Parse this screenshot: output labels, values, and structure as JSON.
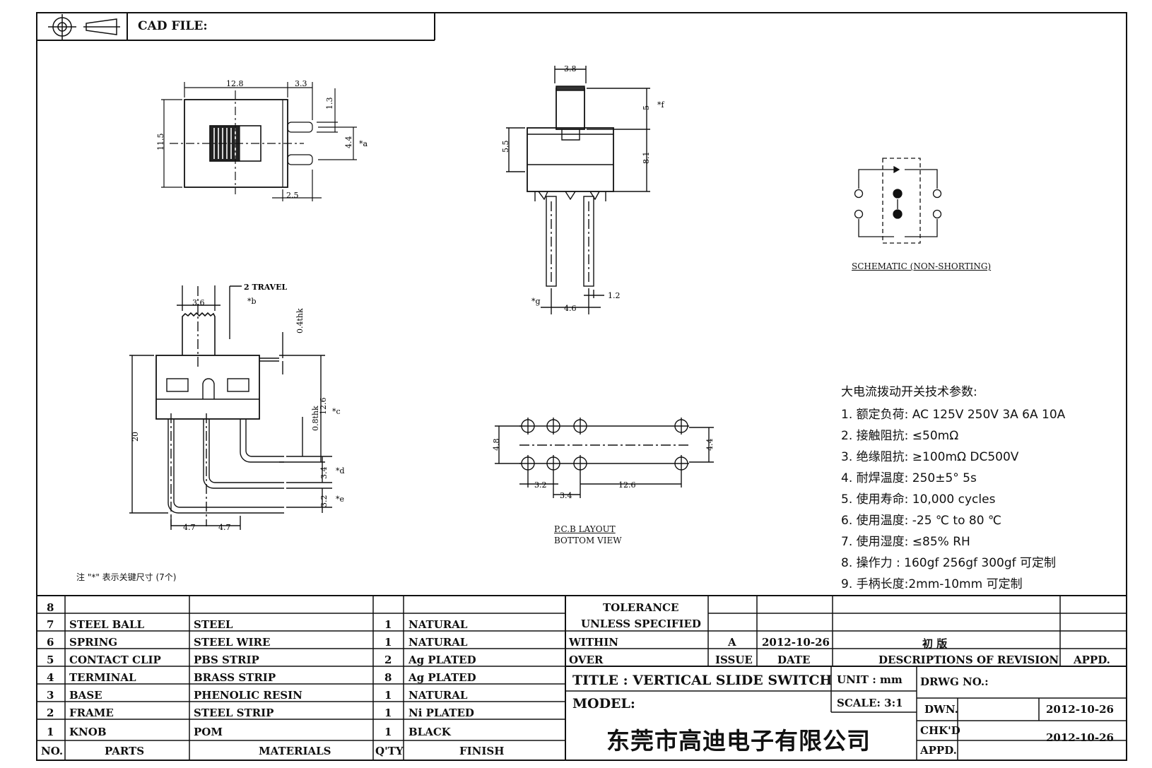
{
  "header": {
    "cad_file_label": "CAD FILE:"
  },
  "top_view": {
    "dims": [
      "12.8",
      "3.3",
      "1.3",
      "11.5",
      "4.4",
      "*a",
      "2.5"
    ]
  },
  "front_view": {
    "dims": [
      "3.8",
      "5",
      "*f",
      "5.5",
      "8.1",
      "*g",
      "4.6",
      "1.2"
    ]
  },
  "side_view": {
    "dims": [
      "3.6",
      "2 TRAVEL",
      "*b",
      "0.4thk",
      "12.6",
      "*c",
      "20",
      "0.8thk",
      "3.4",
      "*d",
      "3.2",
      "*e",
      "4.7",
      "4.7"
    ]
  },
  "pcb_layout": {
    "dims": [
      "4.8",
      "4.4",
      "3.2",
      "3.4",
      "12.6"
    ],
    "label_line1": "P.C.B LAYOUT",
    "label_line2": "BOTTOM VIEW"
  },
  "schematic": {
    "label": "SCHEMATIC (NON-SHORTING)"
  },
  "specs": {
    "title": "大电流拨动开关技术参数:",
    "items": [
      "1.  额定负荷: AC 125V 250V    3A    6A    10A",
      "2.    接触阻抗: ≤50mΩ",
      "3.  绝缘阻抗: ≥100mΩ   DC500V",
      "4.    耐焊温度: 250±5°  5s",
      "5.  使用寿命: 10,000 cycles",
      "6.    使用温度: -25 ℃  to 80 ℃",
      "7.  使用湿度: ≤85% RH",
      "8.    操作力 : 160gf    256gf    300gf  可定制",
      "9.  手柄长度:2mm-10mm   可定制"
    ]
  },
  "note": "注 \"*\" 表示关键尺寸 (7个)",
  "parts": {
    "rows": [
      {
        "no": "8",
        "part": "",
        "material": "",
        "qty": "",
        "finish": ""
      },
      {
        "no": "7",
        "part": "STEEL BALL",
        "material": "STEEL",
        "qty": "1",
        "finish": "NATURAL"
      },
      {
        "no": "6",
        "part": "SPRING",
        "material": "STEEL WIRE",
        "qty": "1",
        "finish": "NATURAL"
      },
      {
        "no": "5",
        "part": "CONTACT CLIP",
        "material": "PBS STRIP",
        "qty": "2",
        "finish": "Ag PLATED"
      },
      {
        "no": "4",
        "part": "TERMINAL",
        "material": "BRASS STRIP",
        "qty": "8",
        "finish": "Ag PLATED"
      },
      {
        "no": "3",
        "part": "BASE",
        "material": "PHENOLIC RESIN",
        "qty": "1",
        "finish": "NATURAL"
      },
      {
        "no": "2",
        "part": "FRAME",
        "material": "STEEL STRIP",
        "qty": "1",
        "finish": "Ni PLATED"
      },
      {
        "no": "1",
        "part": "KNOB",
        "material": "POM",
        "qty": "1",
        "finish": "BLACK"
      }
    ],
    "headers": {
      "no": "NO.",
      "part": "PARTS",
      "material": "MATERIALS",
      "qty": "Q'TY",
      "finish": "FINISH"
    }
  },
  "title_block": {
    "tolerance": "TOLERANCE",
    "unless": "UNLESS   SPECIFIED",
    "within": "WITHIN",
    "over": "OVER",
    "issue_value": "A",
    "date_value": "2012-10-26",
    "revision_value": "初  版",
    "issue": "ISSUE",
    "date": "DATE",
    "descriptions": "DESCRIPTIONS  OF  REVISION",
    "appd": "APPD.",
    "title": "TITLE :   VERTICAL  SLIDE  SWITCH",
    "unit": "UNIT :   mm",
    "drwg_no": "DRWG NO.:",
    "model": "MODEL:",
    "scale": "SCALE:   3:1",
    "dwn": "DWN.",
    "dwn_date": "2012-10-26",
    "chkd": "CHK'D",
    "chkd_date": "2012-10-26",
    "appd2": "APPD.",
    "company": "东莞市高迪电子有限公司"
  }
}
